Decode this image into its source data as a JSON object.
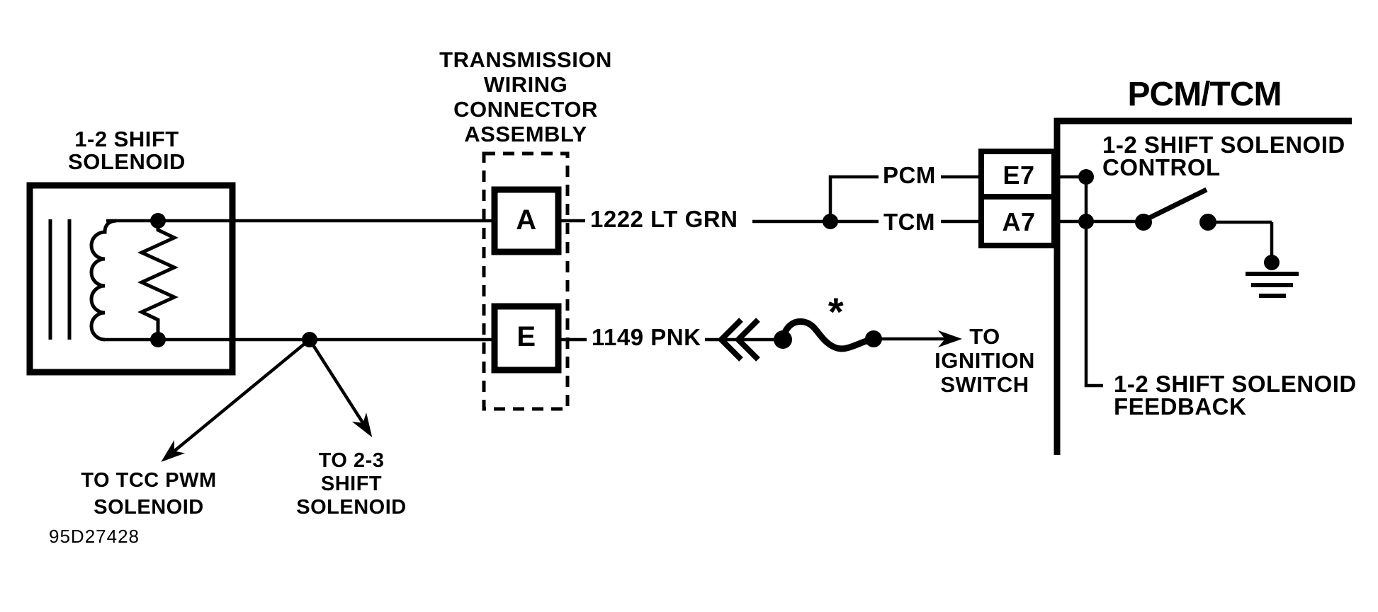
{
  "colors": {
    "ink": "#000000",
    "paper": "#ffffff"
  },
  "solenoid": {
    "label_line1": "1-2 SHIFT",
    "label_line2": "SOLENOID"
  },
  "connector_assembly": {
    "label_line1": "TRANSMISSION",
    "label_line2": "WIRING",
    "label_line3": "CONNECTOR",
    "label_line4": "ASSEMBLY",
    "pin_a": "A",
    "pin_e": "E"
  },
  "wires": {
    "control_circuit": "1222 LT GRN",
    "ignition_feed_circuit": "1149 PNK",
    "splice_note_symbol": "*"
  },
  "module": {
    "title": "PCM/TCM",
    "pcm_wire_label": "PCM",
    "tcm_wire_label": "TCM",
    "pin_e7": "E7",
    "pin_a7": "A7",
    "control_line1": "1-2 SHIFT SOLENOID",
    "control_line2": "CONTROL",
    "feedback_line1": "1-2 SHIFT SOLENOID",
    "feedback_line2": "FEEDBACK"
  },
  "destinations": {
    "ignition_line1": "TO",
    "ignition_line2": "IGNITION",
    "ignition_line3": "SWITCH",
    "tcc_line1": "TO TCC PWM",
    "tcc_line2": "SOLENOID",
    "shift23_line1": "TO 2-3",
    "shift23_line2": "SHIFT",
    "shift23_line3": "SOLENOID"
  },
  "figure_number": "95D27428"
}
